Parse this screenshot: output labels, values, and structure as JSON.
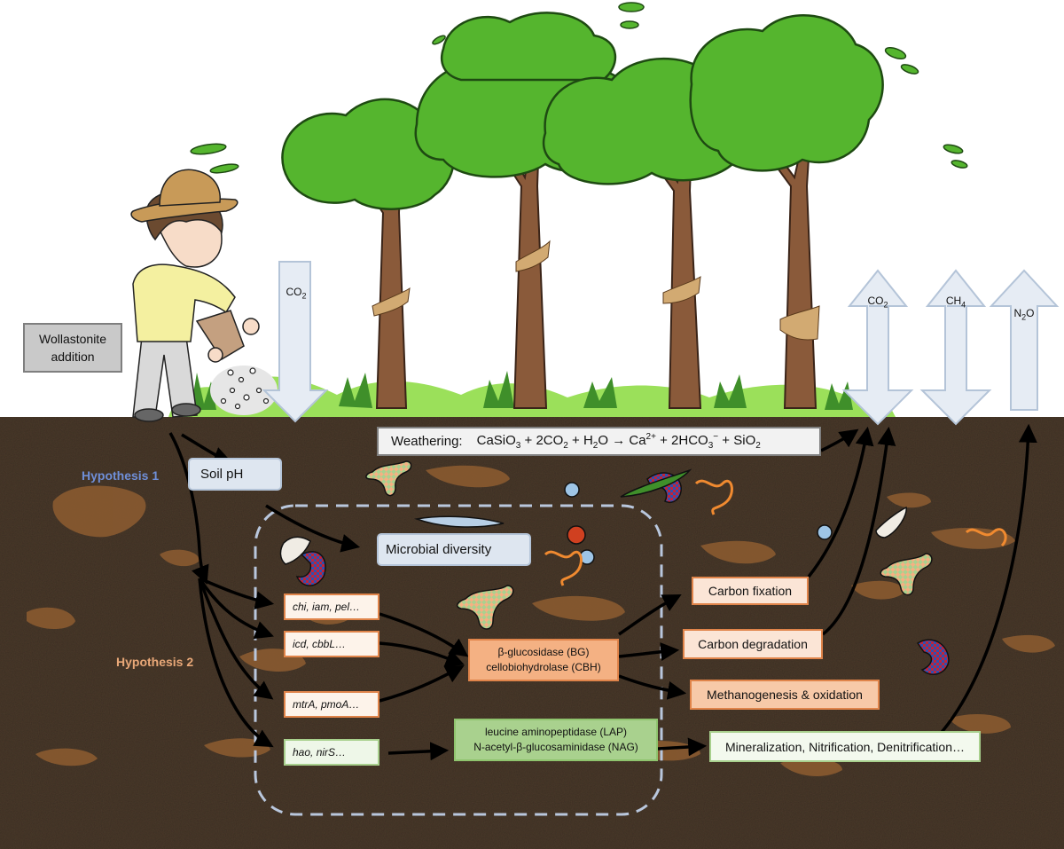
{
  "left_box": "Wollastonite\naddition",
  "gases": {
    "co2_in": [
      "CO",
      "2"
    ],
    "co2_out": [
      "CO",
      "2"
    ],
    "ch4_out": [
      "CH",
      "4"
    ],
    "n2o_out": [
      "N",
      "2",
      "O"
    ]
  },
  "weathering": {
    "label": "Weathering:",
    "equation": "CaSiO3 + 2CO2 + H2O → Ca2+ + 2HCO3− + SiO2"
  },
  "hypotheses": {
    "h1": "Hypothesis 1",
    "h2": "Hypothesis 2"
  },
  "soil_ph": "Soil pH",
  "microbial_diversity": "Microbial diversity",
  "genes": [
    "chi, iam, pel…",
    "icd, cbbL…",
    "mtrA, pmoA…",
    "hao, nirS…"
  ],
  "enzymes_carbon": [
    "β-glucosidase (BG)",
    "cellobiohydrolase (CBH)"
  ],
  "enzymes_nitrogen": [
    "leucine aminopeptidase (LAP)",
    "N-acetyl-β-glucosaminidase (NAG)"
  ],
  "processes": {
    "carbon_fixation": "Carbon fixation",
    "carbon_degradation": "Carbon degradation",
    "methanogenesis": "Methanogenesis & oxidation",
    "nitrogen": "Mineralization, Nitrification, Denitrification…"
  },
  "colors": {
    "soil": "#4a3a2c",
    "soil_patch": "#8a5a30",
    "grass": "#8fd45a",
    "foliage": "#55b52e",
    "trunk": "#8a5a3a",
    "orange_border": "#e0844a",
    "green_border": "#a8d08d",
    "up_arrow": "#2f6fd0",
    "hypothesis1": "#6f8fd8",
    "hypothesis2": "#e9a878"
  },
  "icons": [
    "farmer-figure",
    "tree-icon",
    "up-arrow-icon",
    "microbe-icon"
  ]
}
